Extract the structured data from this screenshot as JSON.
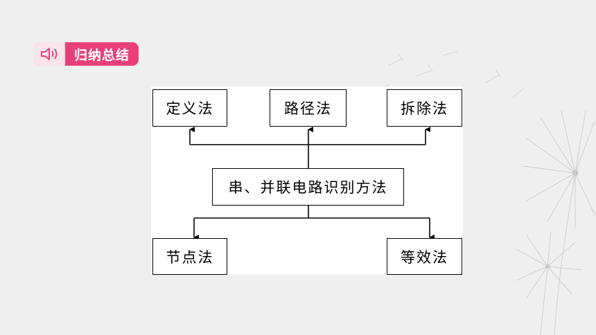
{
  "badge": {
    "title": "归纳总结",
    "icon": "speaker-icon"
  },
  "diagram": {
    "center": "串、并联电路识别方法",
    "top_methods": [
      "定义法",
      "路径法",
      "拆除法"
    ],
    "bottom_methods": [
      "节点法",
      "等效法"
    ]
  },
  "colors": {
    "accent": "#e9407a",
    "accent_light": "#fbe3ec",
    "background": "#efefef"
  }
}
